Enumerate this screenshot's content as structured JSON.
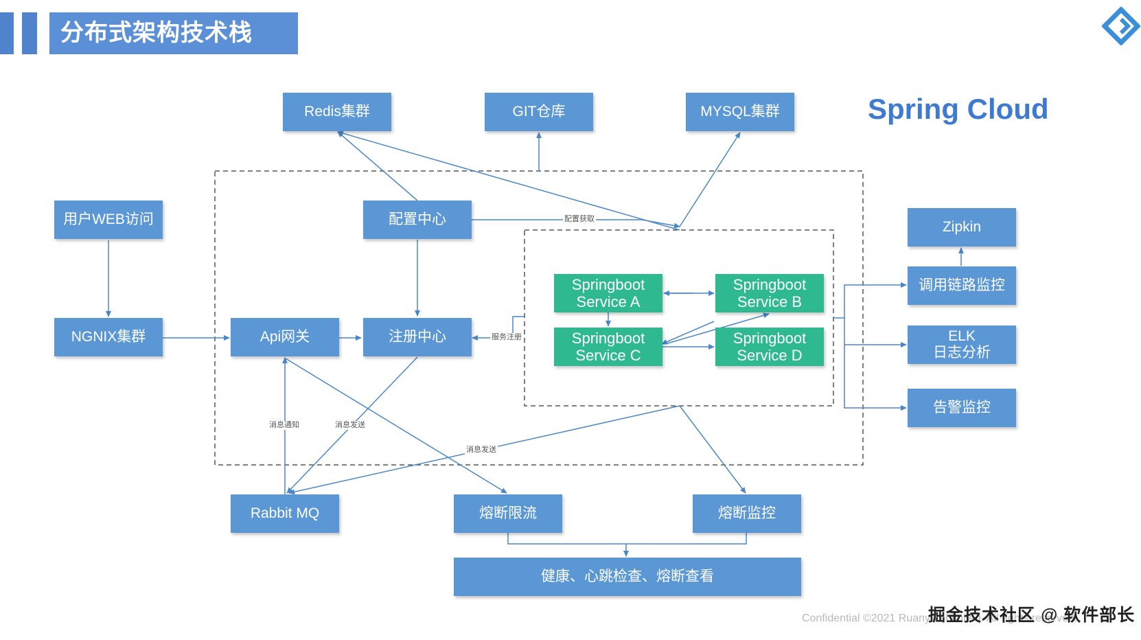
{
  "title": "分布式架构技术栈",
  "spring_cloud": "Spring Cloud",
  "nodes": {
    "redis": "Redis集群",
    "git": "GIT仓库",
    "mysql": "MYSQL集群",
    "web": "用户WEB访问",
    "config": "配置中心",
    "ngnix": "NGNIX集群",
    "api": "Api网关",
    "registry": "注册中心",
    "svc_a": "Springboot\nService A",
    "svc_b": "Springboot\nService B",
    "svc_c": "Springboot\nService C",
    "svc_d": "Springboot\nService D",
    "zipkin": "Zipkin",
    "trace": "调用链路监控",
    "elk": "ELK\n日志分析",
    "alert": "告警监控",
    "rabbit": "Rabbit MQ",
    "breaker": "熔断限流",
    "breaker_mon": "熔断监控",
    "health": "健康、心跳检查、熔断查看"
  },
  "labels": {
    "config_fetch": "配置获取",
    "service_register": "服务注册",
    "msg_notify": "消息通知",
    "msg_send_1": "消息发送",
    "msg_send_2": "消息发送"
  },
  "footer": "Confidential ©2021 Ruanyun Limited. All rights reserved.",
  "watermark": "掘金技术社区 @ 软件部长",
  "colors": {
    "primary": "#5b97d5",
    "service": "#2fb990",
    "title_text": "#3e7bd0"
  }
}
